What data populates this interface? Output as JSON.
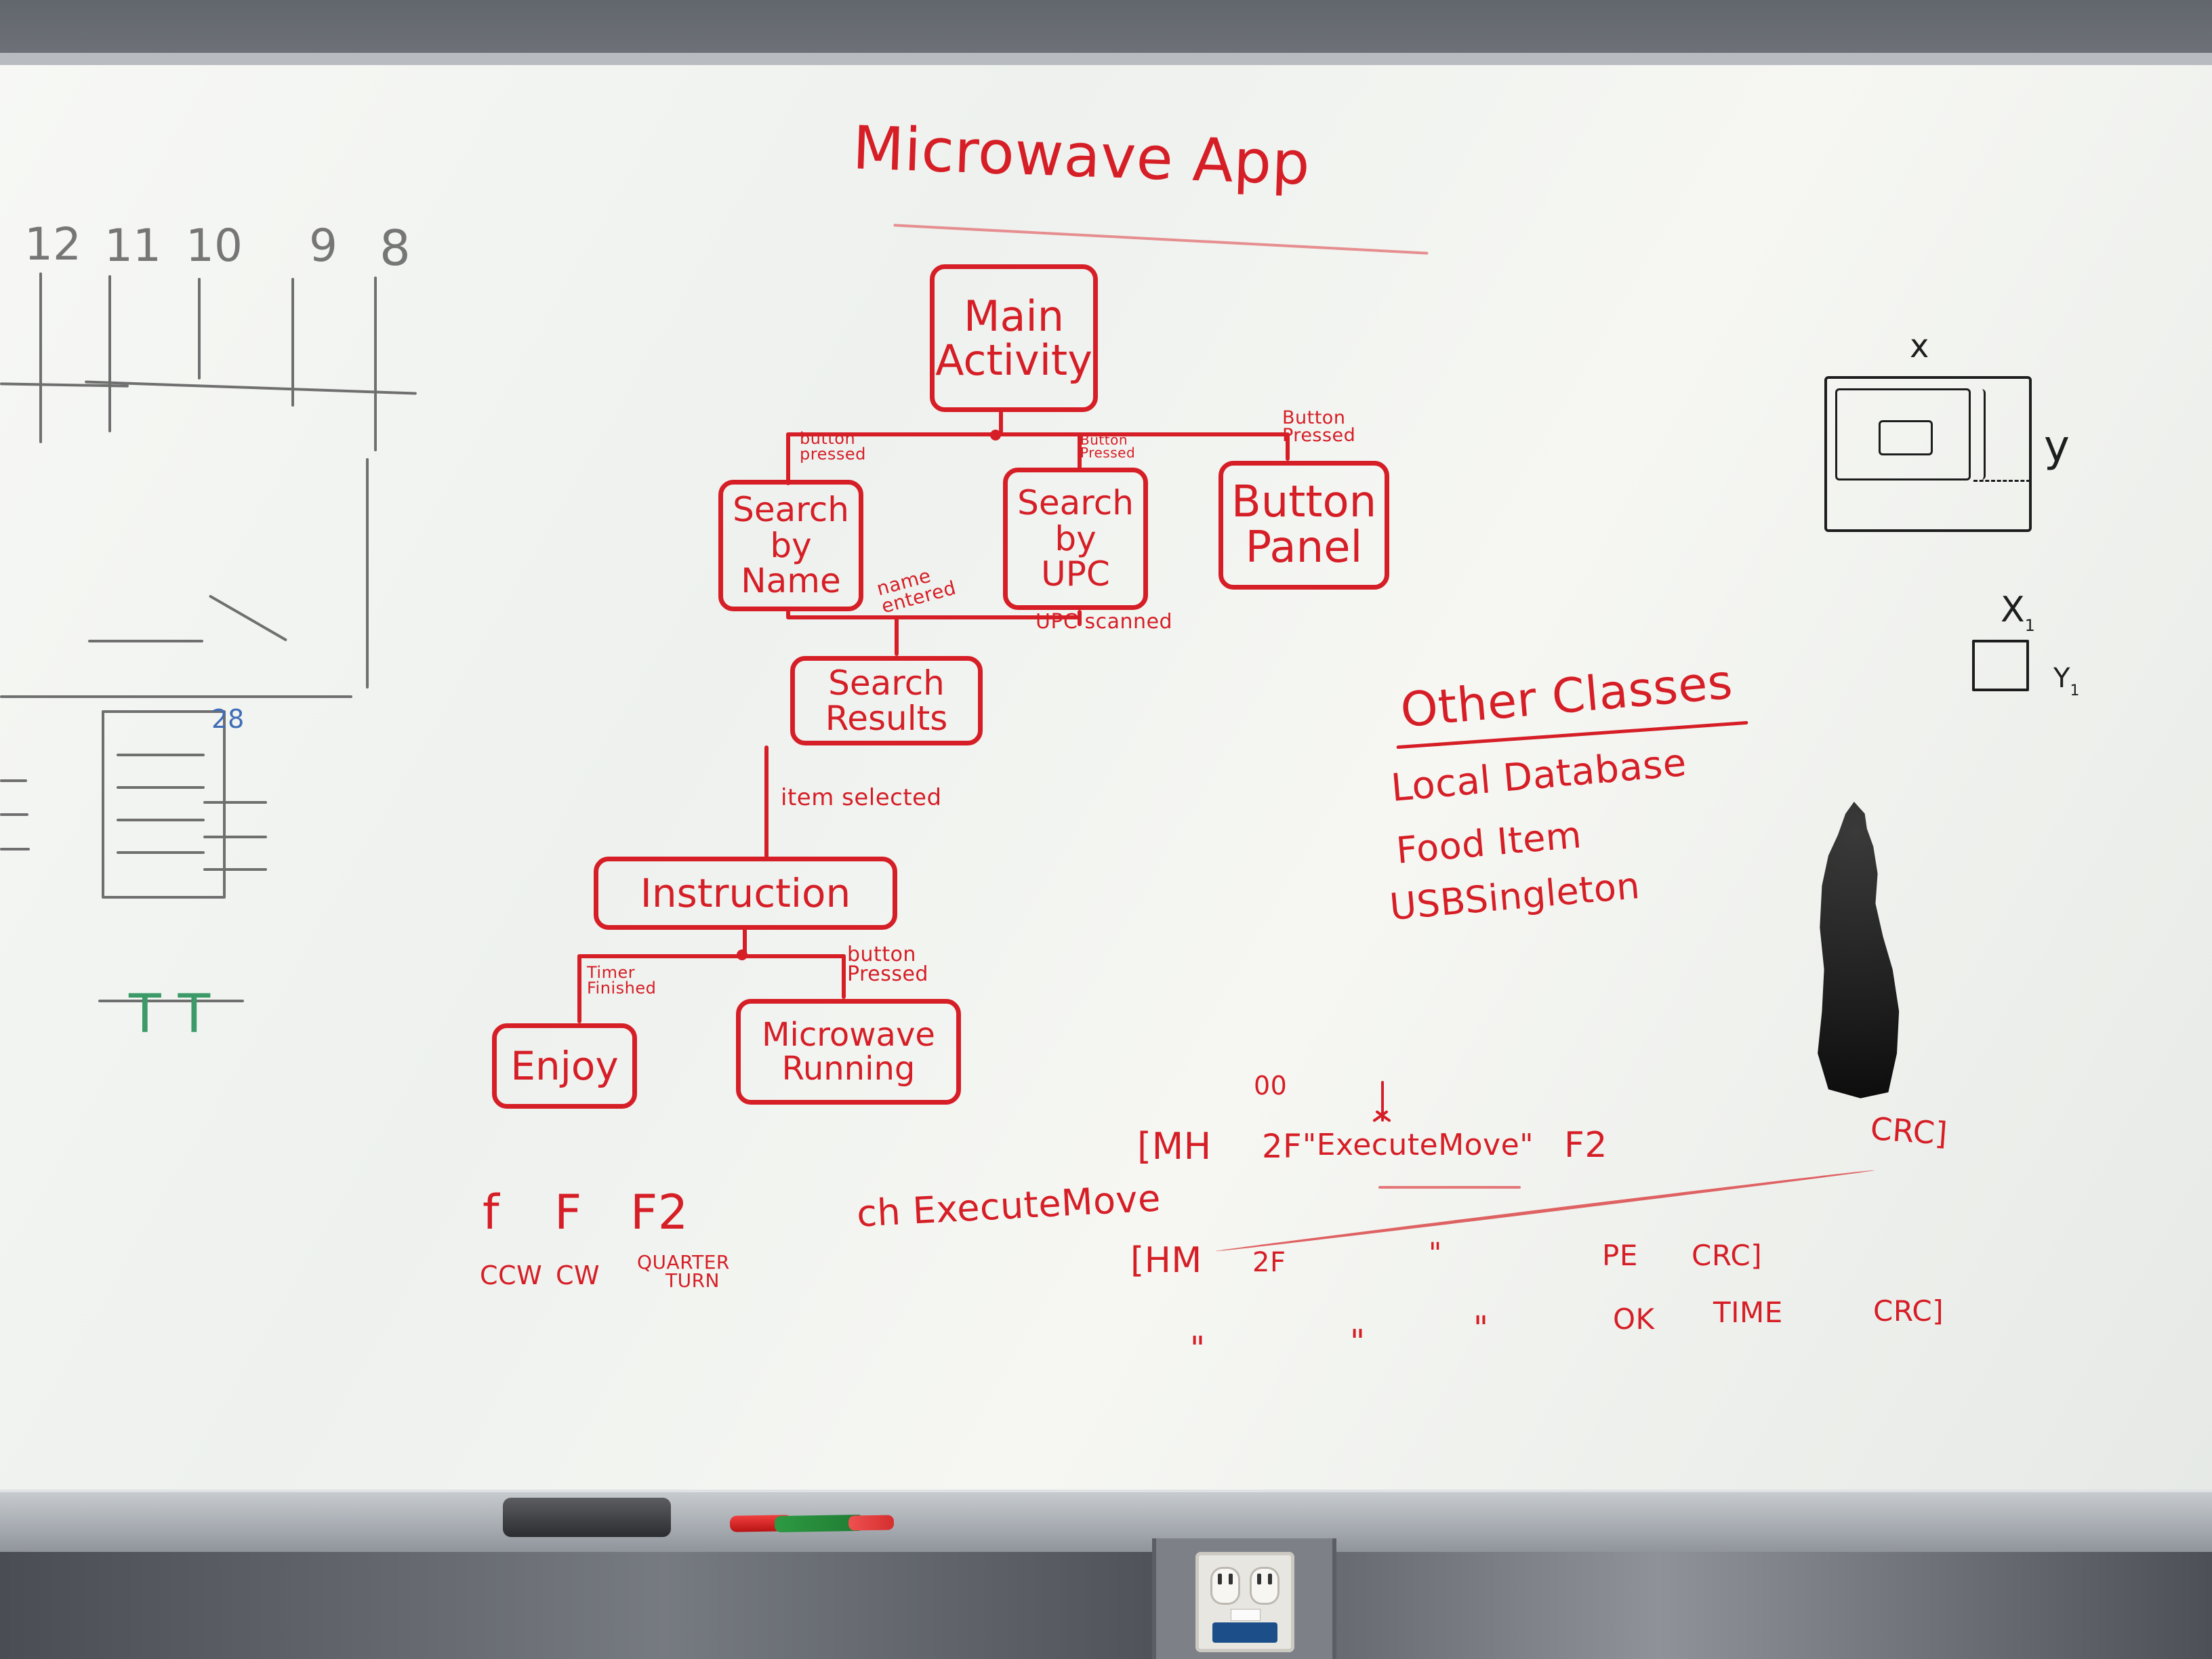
{
  "scene": {
    "title": "Microwave App",
    "main_nodes": {
      "main_activity": [
        "Main",
        "Activity"
      ],
      "search_by_name": [
        "Search",
        "by",
        "Name"
      ],
      "search_by_upc": [
        "Search",
        "by",
        "UPC"
      ],
      "button_panel": [
        "Button",
        "Panel"
      ],
      "search_results": [
        "Search",
        "Results"
      ],
      "instruction": [
        "Instruction"
      ],
      "enjoy": [
        "Enjoy"
      ],
      "microwave_running": [
        "Microwave",
        "Running"
      ]
    },
    "edge_labels": {
      "button_pressed_1": [
        "button",
        "pressed"
      ],
      "button_pressed_2": [
        "Button",
        "Pressed"
      ],
      "button_pressed_3": [
        "Button",
        "Pressed"
      ],
      "name_entered": [
        "name",
        "entered"
      ],
      "upc_scanned": "UPC scanned",
      "item_selected": "item selected",
      "timer_finished": [
        "Timer",
        "Finished"
      ],
      "button_pressed_4": [
        "button",
        "Pressed"
      ]
    },
    "other_classes": {
      "heading": "Other Classes",
      "items": [
        "Local Database",
        "Food Item",
        "USBSingleton"
      ]
    },
    "left_numbers": [
      "12",
      "11",
      "10",
      "9",
      "8"
    ],
    "left_code": {
      "commands": [
        "f",
        "F",
        "F2"
      ],
      "meanings": [
        "CCW",
        "CW",
        "QUARTER",
        "TURN"
      ]
    },
    "bottom_code": {
      "ch_execute_move": "ch ExecuteMove",
      "line1": [
        "[MH",
        "2F",
        "\"ExecuteMove\"",
        "F2",
        "CRC]"
      ],
      "line2": [
        "[HM",
        "2F",
        "\"",
        "PE",
        "CRC]"
      ],
      "line3": [
        "\"",
        "\"",
        "\"",
        "OK",
        "TIME",
        "CRC]"
      ],
      "marker_00": "00"
    },
    "right_diagram": {
      "x": "x",
      "y": "y",
      "x1": "X",
      "subscript_1": "1",
      "y1": "Y",
      "subscript_2": "1"
    },
    "left_misc": {
      "number_28": "28",
      "tt": "T T"
    }
  }
}
